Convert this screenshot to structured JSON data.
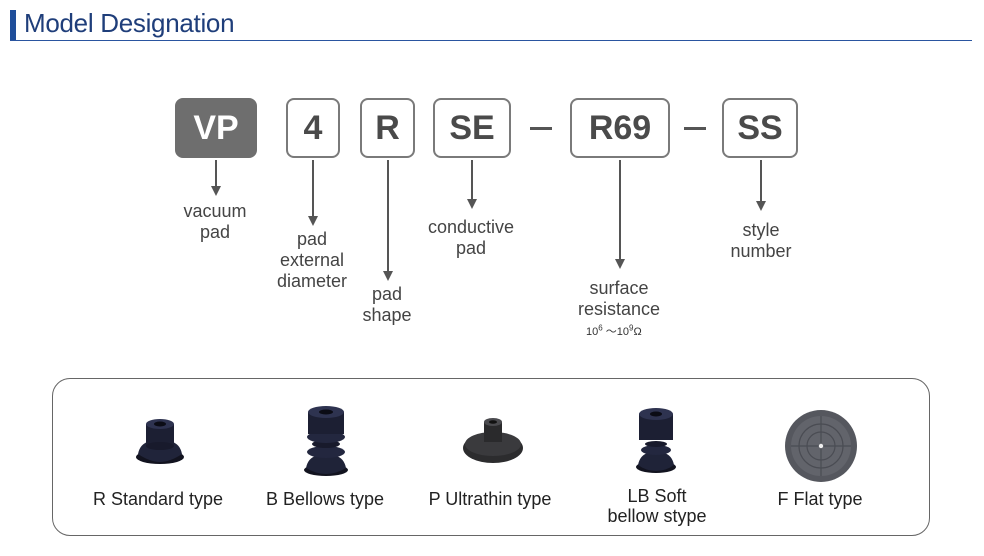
{
  "header": {
    "title": "Model Designation"
  },
  "codes": [
    {
      "text": "VP",
      "label": "vacuum\npad"
    },
    {
      "text": "4",
      "label": "pad\nexternal\ndiameter"
    },
    {
      "text": "R",
      "label": "pad\nshape"
    },
    {
      "text": "SE",
      "label": "conductive\npad"
    },
    {
      "text": "R69",
      "label": "surface\nresistance"
    },
    {
      "text": "SS",
      "label": "style\nnumber"
    }
  ],
  "resistance_range": {
    "base1": "10",
    "exp1": "6",
    "sep": "～",
    "base2": "10",
    "exp2": "9",
    "unit": "Ω"
  },
  "types": [
    {
      "label": "R Standard type",
      "icon": "standard-pad-icon"
    },
    {
      "label": "B Bellows type",
      "icon": "bellows-pad-icon"
    },
    {
      "label": "P Ultrathin type",
      "icon": "ultrathin-pad-icon"
    },
    {
      "label": "LB Soft\nbellow stype",
      "icon": "soft-bellow-pad-icon"
    },
    {
      "label": "F Flat type",
      "icon": "flat-pad-icon"
    }
  ],
  "colors": {
    "accent": "#1f4e9a",
    "box_border": "#7a7a7a",
    "box_fill": "#6e6e6e",
    "pad": "#1b1d2e"
  }
}
